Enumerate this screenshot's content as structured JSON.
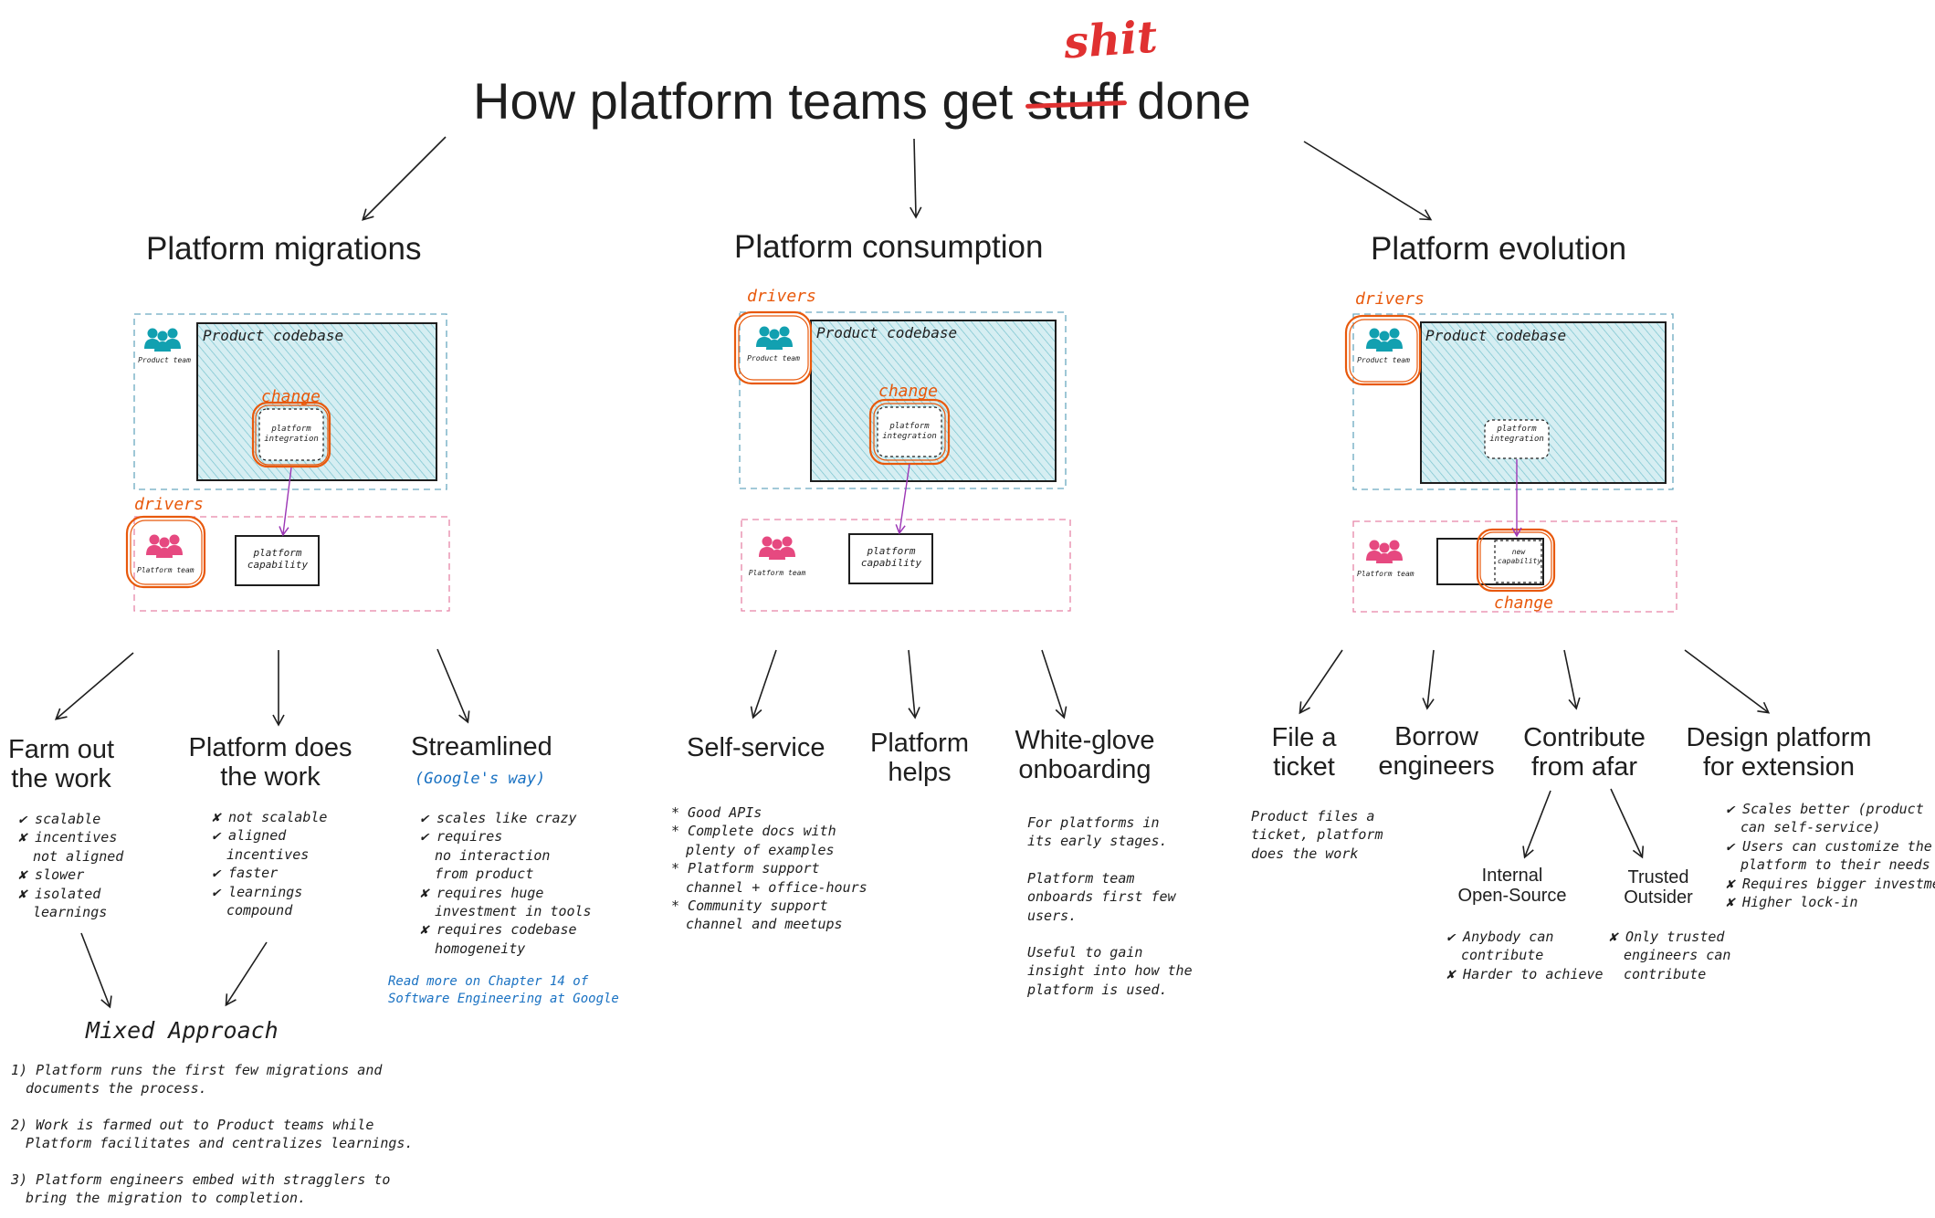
{
  "title": {
    "prefix": "How platform teams get",
    "struck": "stuff",
    "correction": "shit",
    "suffix": "done"
  },
  "sections": {
    "migrations": {
      "heading": "Platform migrations"
    },
    "consumption": {
      "heading": "Platform consumption"
    },
    "evolution": {
      "heading": "Platform evolution"
    }
  },
  "diagram": {
    "product_codebase": "Product codebase",
    "product_team": "Product team",
    "platform_team": "Platform team",
    "platform_integration": [
      "platform",
      "integration"
    ],
    "platform_capability": [
      "platform",
      "capability"
    ],
    "new_capability": [
      "new",
      "capability"
    ],
    "change": "change",
    "drivers": "drivers"
  },
  "migrations": {
    "farm": {
      "title": [
        "Farm out",
        "the work"
      ],
      "points": [
        "✔ scalable",
        "✘ incentives",
        "  not aligned",
        "✘ slower",
        "✘ isolated",
        "  learnings"
      ]
    },
    "platform_does": {
      "title": [
        "Platform does",
        "the work"
      ],
      "points": [
        "✘ not scalable",
        "✔ aligned",
        "  incentives",
        "✔ faster",
        "✔ learnings",
        "  compound"
      ]
    },
    "streamlined": {
      "title": [
        "Streamlined"
      ],
      "subtitle": "(Google's way)",
      "points": [
        "✔ scales like crazy",
        "✔ requires",
        "  no interaction",
        "  from product",
        "✘ requires huge",
        "  investment in tools",
        "✘ requires codebase",
        "  homogeneity"
      ],
      "note": [
        "Read more on Chapter 14 of",
        "Software Engineering at Google"
      ]
    },
    "mixed": {
      "title": "Mixed Approach",
      "points": [
        "1) Platform runs the first few migrations and",
        "   documents the process.",
        "",
        "2) Work is farmed out to Product teams while",
        "   Platform facilitates and centralizes learnings.",
        "",
        "3) Platform engineers embed with stragglers to",
        "   bring the migration to completion."
      ]
    }
  },
  "consumption": {
    "self_service": {
      "title": [
        "Self-service"
      ],
      "points": [
        "* Good APIs",
        "* Complete docs with",
        "  plenty of examples",
        "* Platform support",
        "  channel + office-hours",
        "* Community support",
        "  channel and meetups"
      ]
    },
    "helps": {
      "title": [
        "Platform",
        "helps"
      ]
    },
    "white_glove": {
      "title": [
        "White-glove",
        "onboarding"
      ],
      "points": [
        "For platforms in",
        "its early stages.",
        "",
        "Platform team",
        "onboards first few",
        "users.",
        "",
        "Useful to gain",
        "insight into how the",
        "platform is used."
      ]
    }
  },
  "evolution": {
    "ticket": {
      "title": [
        "File a",
        "ticket"
      ],
      "points": [
        "Product files a",
        "ticket, platform",
        "does the work"
      ]
    },
    "borrow": {
      "title": [
        "Borrow",
        "engineers"
      ]
    },
    "contribute": {
      "title": [
        "Contribute",
        "from afar"
      ]
    },
    "design": {
      "title": [
        "Design platform",
        "for extension"
      ],
      "points": [
        "✔ Scales better (product",
        "  can self-service)",
        "✔ Users can customize the",
        "  platform to their needs",
        "✘ Requires bigger investment",
        "✘ Higher lock-in"
      ]
    },
    "inner_source": {
      "title": [
        "Internal",
        "Open-Source"
      ],
      "points": [
        "✔ Anybody can",
        "  contribute",
        "✘ Harder to achieve"
      ]
    },
    "trusted": {
      "title": [
        "Trusted",
        "Outsider"
      ],
      "points": [
        "✘ Only trusted",
        "  engineers can",
        "  contribute"
      ]
    }
  },
  "colors": {
    "ink": "#1e1e1e",
    "orange": "#e8590c",
    "red": "#e03131",
    "blue": "#1971c2",
    "teal": "#0c8599",
    "pink": "#e64980",
    "purple": "#9c36b5",
    "product_fill": "#c3e6ec"
  }
}
